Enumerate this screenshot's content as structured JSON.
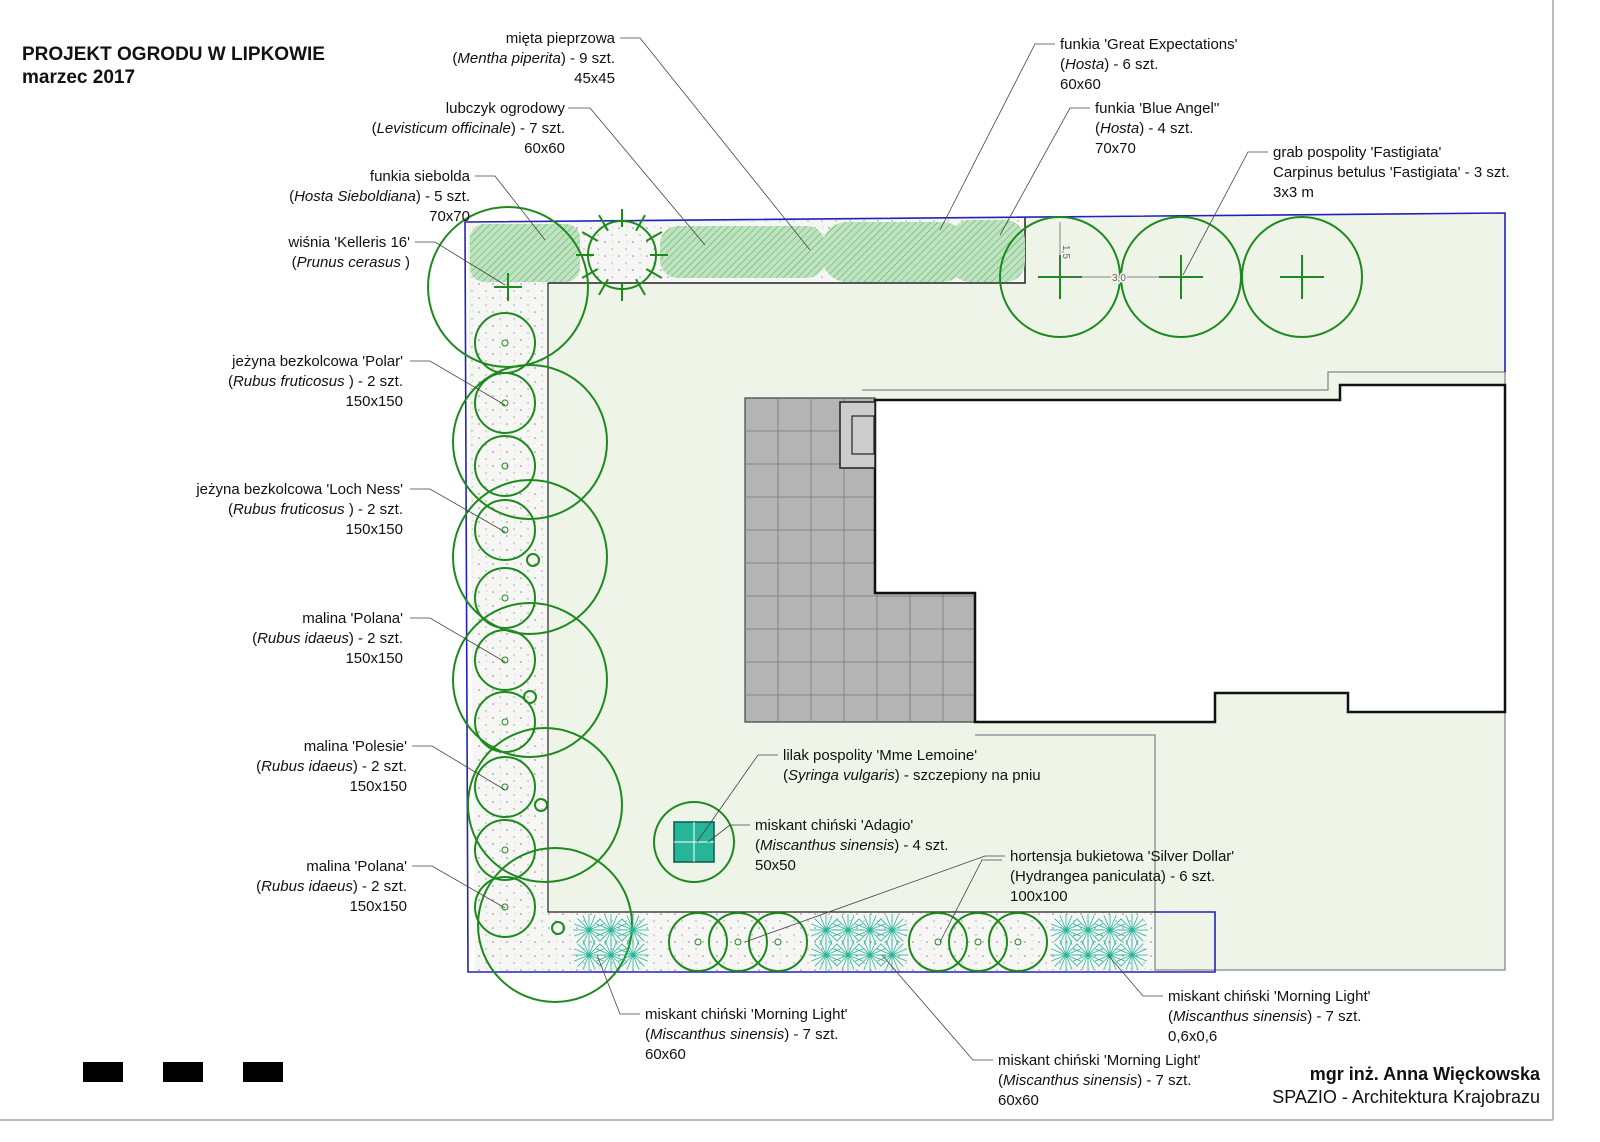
{
  "title": {
    "line1": "PROJEKT OGRODU W LIPKOWIE",
    "line2": "marzec 2017"
  },
  "author": {
    "name": "mgr inż. Anna Więckowska",
    "company": "SPAZIO - Architektura Krajobrazu"
  },
  "dimensions": {
    "tree_radius": "1,5",
    "tree_spacing": "3,0"
  },
  "colors": {
    "lawn": "#eef4e8",
    "tree": "#1e8a1e",
    "boundary": "#2222bb",
    "grass": "#27b59a",
    "terrace": "#b4b4b4"
  },
  "labels": [
    {
      "id": "mieta",
      "anchor": "end",
      "name": "mięta pieprzowa",
      "pre": "(",
      "latin": "Mentha piperita",
      "post": ") - 9 szt.",
      "size": "45x45"
    },
    {
      "id": "lubczyk",
      "anchor": "end",
      "name": "lubczyk ogrodowy",
      "pre": "(",
      "latin": "Levisticum officinale",
      "post": ") - 7 szt.",
      "size": "60x60"
    },
    {
      "id": "funkia-siebolda",
      "anchor": "end",
      "name": "funkia siebolda",
      "pre": "(",
      "latin": "Hosta Sieboldiana",
      "post": ") - 5 szt.",
      "size": "70x70"
    },
    {
      "id": "wisnia",
      "anchor": "end",
      "name": "wiśnia  'Kelleris 16'",
      "pre": "(",
      "latin": "Prunus cerasus",
      "post": " )",
      "size": ""
    },
    {
      "id": "jezyna-polar",
      "anchor": "end",
      "name": "jeżyna bezkolcowa 'Polar'",
      "pre": "(",
      "latin": "Rubus fruticosus",
      "post": " ) - 2 szt.",
      "size": "150x150"
    },
    {
      "id": "jezyna-loch-ness",
      "anchor": "end",
      "name": "jeżyna bezkolcowa 'Loch Ness'",
      "pre": "(",
      "latin": "Rubus fruticosus",
      "post": " ) - 2 szt.",
      "size": "150x150"
    },
    {
      "id": "malina-polana-1",
      "anchor": "end",
      "name": "malina 'Polana'",
      "pre": "(",
      "latin": "Rubus idaeus",
      "post": ") - 2 szt.",
      "size": "150x150"
    },
    {
      "id": "malina-polesie",
      "anchor": "end",
      "name": "malina 'Polesie'",
      "pre": "(",
      "latin": "Rubus idaeus",
      "post": ") - 2 szt.",
      "size": "150x150"
    },
    {
      "id": "malina-polana-2",
      "anchor": "end",
      "name": "malina 'Polana'",
      "pre": "(",
      "latin": "Rubus idaeus",
      "post": ") - 2 szt.",
      "size": "150x150"
    },
    {
      "id": "funkia-great-expectations",
      "anchor": "start",
      "name": "funkia 'Great Expectations'",
      "pre": "(",
      "latin": "Hosta",
      "post": ") - 6 szt.",
      "size": "60x60"
    },
    {
      "id": "funkia-blue-angel",
      "anchor": "start",
      "name": "funkia 'Blue Angel''",
      "pre": "(",
      "latin": "Hosta",
      "post": ") - 4 szt.",
      "size": "70x70"
    },
    {
      "id": "grab",
      "anchor": "start",
      "name": "grab pospolity 'Fastigiata'",
      "pre": "Carpinus betulus 'Fastigiata' - 3 szt.",
      "latin": "",
      "post": "",
      "size": "3x3 m"
    },
    {
      "id": "lilak",
      "anchor": "start",
      "name": "lilak pospolity 'Mme Lemoine'",
      "pre": "(",
      "latin": "Syringa vulgaris",
      "post": ") - szczepiony na pniu",
      "size": ""
    },
    {
      "id": "miskant-adagio",
      "anchor": "start",
      "name": "miskant chiński 'Adagio'",
      "pre": "(",
      "latin": "Miscanthus sinensis",
      "post": ") - 4 szt.",
      "size": "50x50"
    },
    {
      "id": "hortensja",
      "anchor": "start",
      "name": "hortensja bukietowa 'Silver Dollar'",
      "pre": "(Hydrangea paniculata) - 6 szt.",
      "latin": "",
      "post": "",
      "size": "100x100"
    },
    {
      "id": "miskant-ml-1",
      "anchor": "start",
      "name": "miskant chiński 'Morning Light'",
      "pre": "(",
      "latin": "Miscanthus sinensis",
      "post": ") - 7 szt.",
      "size": "60x60"
    },
    {
      "id": "miskant-ml-2",
      "anchor": "start",
      "name": "miskant chiński 'Morning Light'",
      "pre": "(",
      "latin": "Miscanthus sinensis",
      "post": ") - 7 szt.",
      "size": "0,6x0,6"
    },
    {
      "id": "miskant-ml-3",
      "anchor": "start",
      "name": "miskant chiński 'Morning Light'",
      "pre": "(",
      "latin": "Miscanthus sinensis",
      "post": ") - 7 szt.",
      "size": "60x60"
    }
  ]
}
